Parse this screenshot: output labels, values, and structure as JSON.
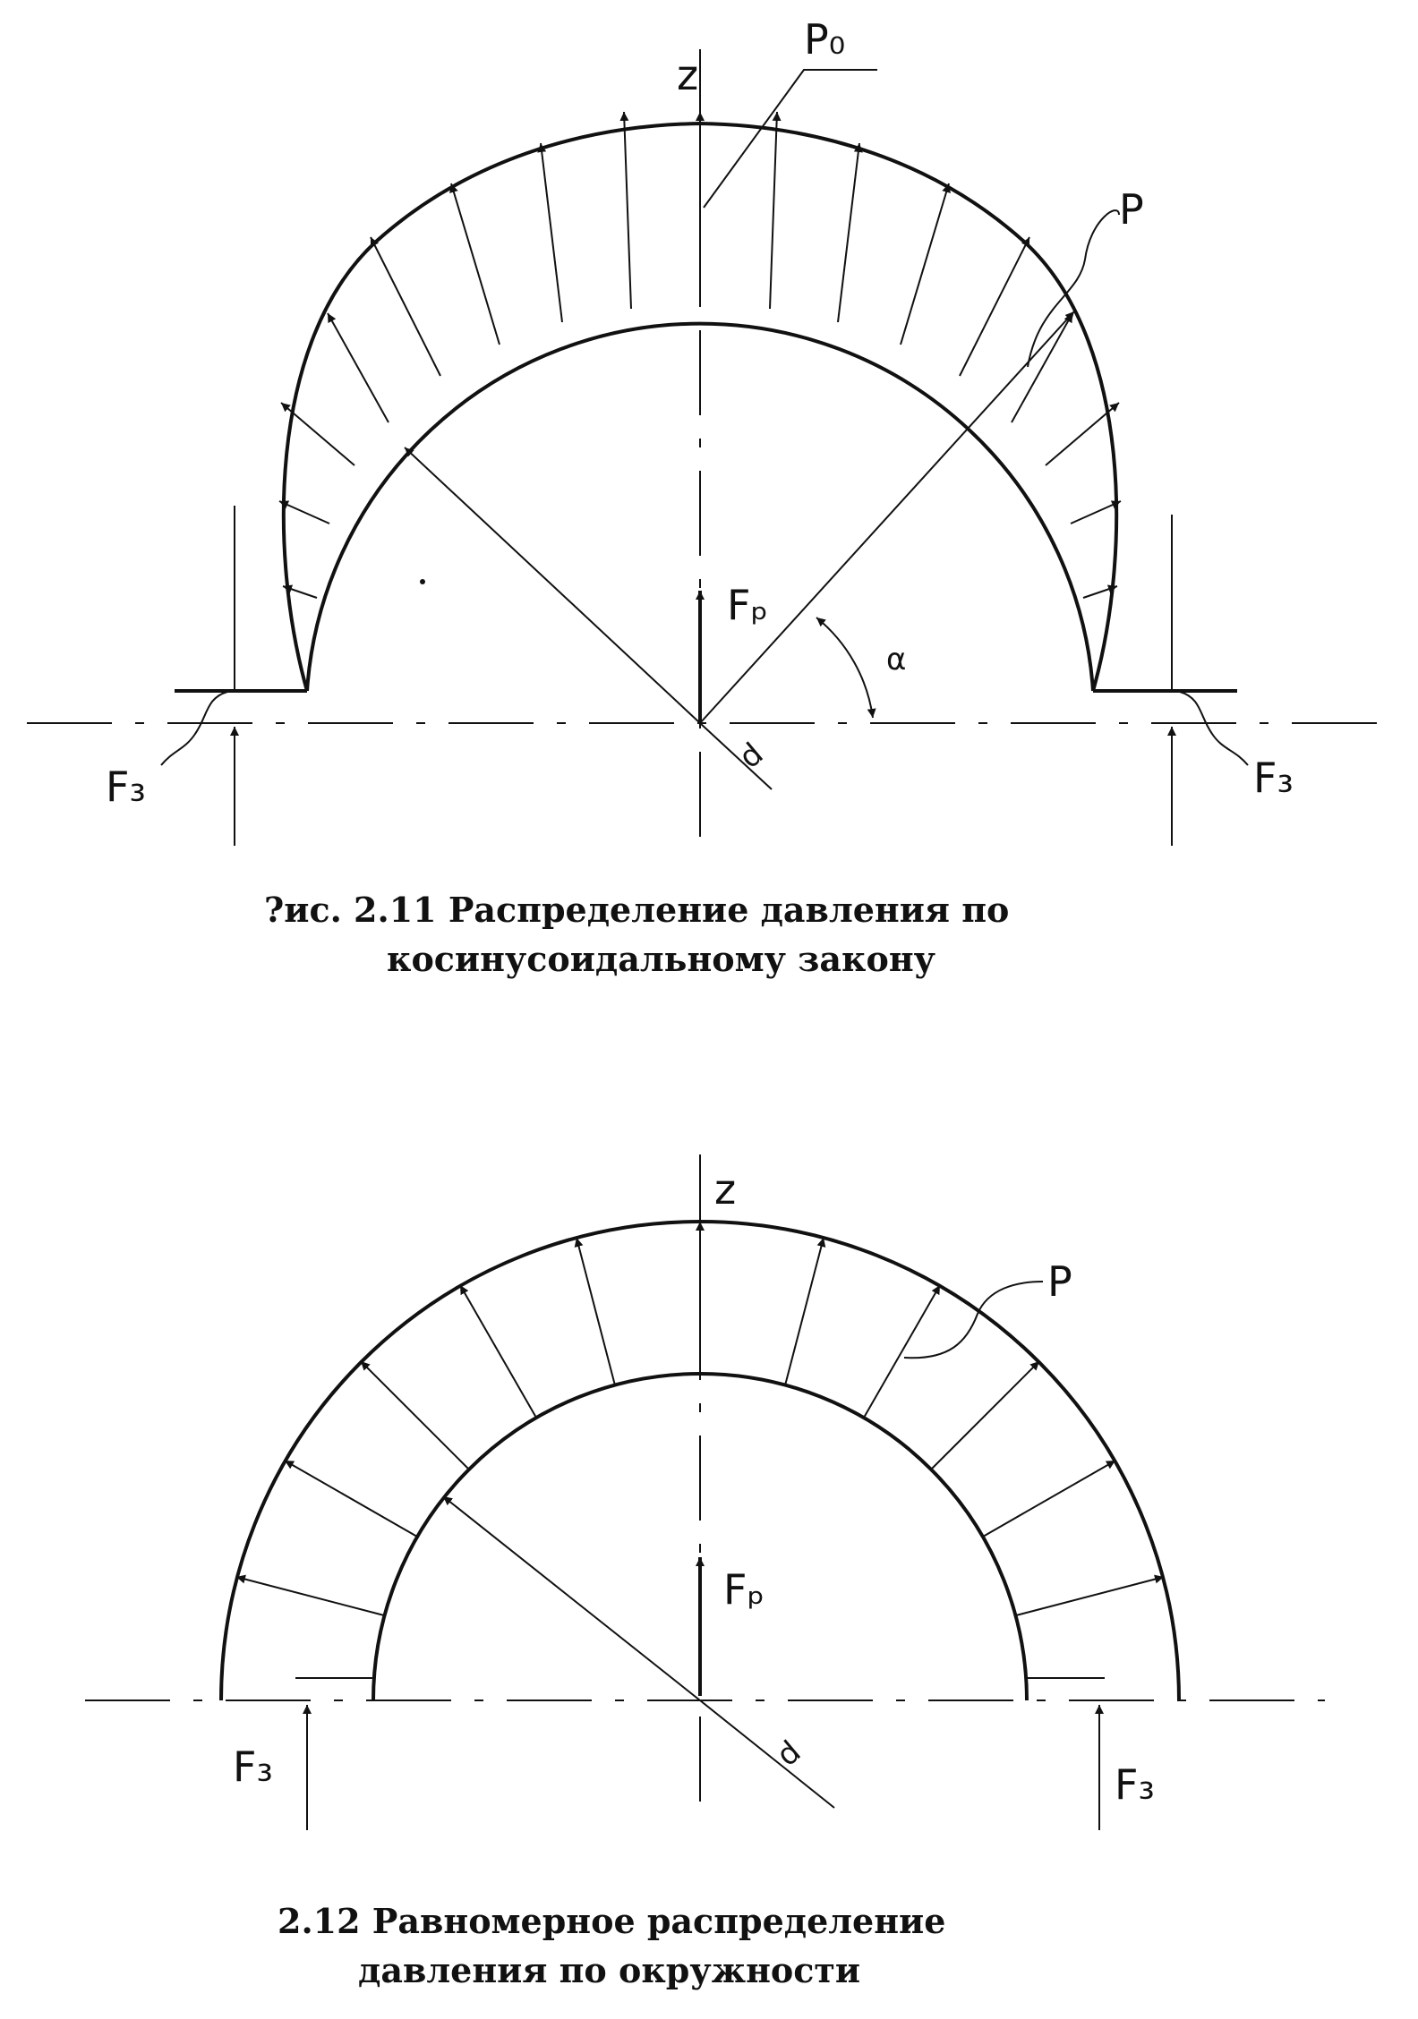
{
  "figure_1": {
    "axis_label": "z",
    "label_p0": "P₀",
    "label_p": "P",
    "label_force": "Fₚ",
    "label_alpha": "α",
    "label_d": "d",
    "label_f3_left": "F₃",
    "label_f3_right": "F₃",
    "caption_line1": "?ис. 2.11 Распределение давления по",
    "caption_line2": "косинусоидальному  закону"
  },
  "figure_2": {
    "axis_label": "z",
    "label_p": "P",
    "label_force": "Fₚ",
    "label_d": "d",
    "label_f3_left": "F₃",
    "label_f3_right": "F₃",
    "caption_line1": "2.12 Равномерное распределение",
    "caption_line2": "давления по окружности"
  }
}
